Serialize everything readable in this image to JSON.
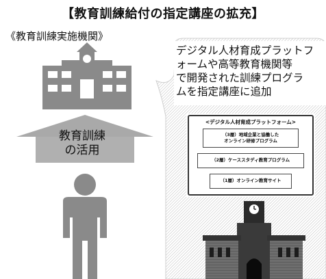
{
  "header": {
    "title": "【教育訓練給付の指定講座の拡充】"
  },
  "left": {
    "institution_label": "《教育訓練実施機関》",
    "arrow_label_line1": "教育訓練",
    "arrow_label_line2": "の活用"
  },
  "right": {
    "description_lines": [
      "デジタル人材育成プラットフ",
      "ォームや高等教育機関等",
      "で開発された訓練プログラ",
      "ムを指定講座に追加"
    ],
    "platform": {
      "title": "<デジタル人材育成プラットフォーム>",
      "tier3_line1": "（3層）地域企業と協働した",
      "tier3_line2": "オンライン研修プログラム",
      "tier2": "（2層）ケーススタディ教育プログラム",
      "tier1": "（1層）オンライン教育サイト"
    }
  },
  "colors": {
    "icon_gray": "#8a8a8a",
    "arrow_gray": "#9a9a9a",
    "hatch": "#bdbdbd"
  }
}
